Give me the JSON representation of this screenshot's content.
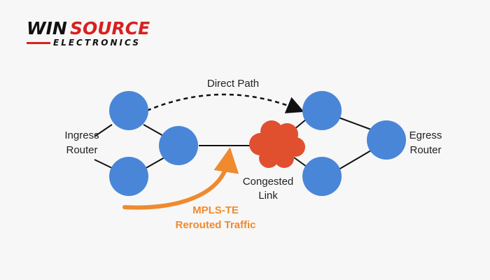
{
  "logo": {
    "word_a": "WIN",
    "word_b": "SOURCE",
    "subtitle": "ELECTRONICS",
    "colors": {
      "dark": "#111111",
      "red": "#d9201f"
    }
  },
  "labels": {
    "direct_path": "Direct Path",
    "ingress_line1": "Ingress",
    "ingress_line2": "Router",
    "egress_line1": "Egress",
    "egress_line2": "Router",
    "congested_line1": "Congested",
    "congested_line2": "Link",
    "mpls_line1": "MPLS-TE",
    "mpls_line2": "Rerouted Traffic"
  },
  "colors": {
    "node": "#4a86d8",
    "link": "#111111",
    "cloud": "#e0502f",
    "reroute": "#ef8a2e"
  }
}
